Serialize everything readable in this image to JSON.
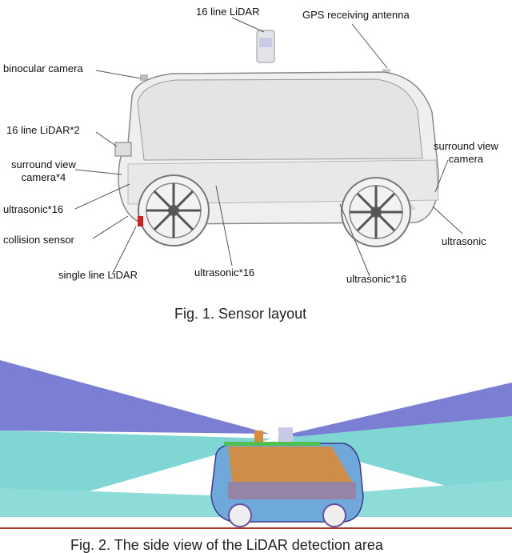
{
  "figure1": {
    "labels": {
      "lidar16_top": "16 line LiDAR",
      "gps_antenna": "GPS receiving antenna",
      "binocular_camera": "binocular camera",
      "lidar16_x2": "16 line LiDAR*2",
      "surround_view_x4": "surround view\ncamera*4",
      "ultrasonic16_left": "ultrasonic*16",
      "collision_sensor": "collision sensor",
      "single_line_lidar": "single line LiDAR",
      "ultrasonic16_mid": "ultrasonic*16",
      "ultrasonic16_right": "ultrasonic*16",
      "surround_view_right": "surround view\ncamera",
      "ultrasonic_right": "ultrasonic"
    },
    "caption": "Fig. 1.    Sensor layout"
  },
  "figure2": {
    "caption": "Fig. 2.    The side view of the LiDAR detection area",
    "colors": {
      "upper_beam": "#7b7fd4",
      "lower_beam": "#7fd6d2",
      "ground": "#a33a2c",
      "cargo": "#d98a3a"
    }
  }
}
